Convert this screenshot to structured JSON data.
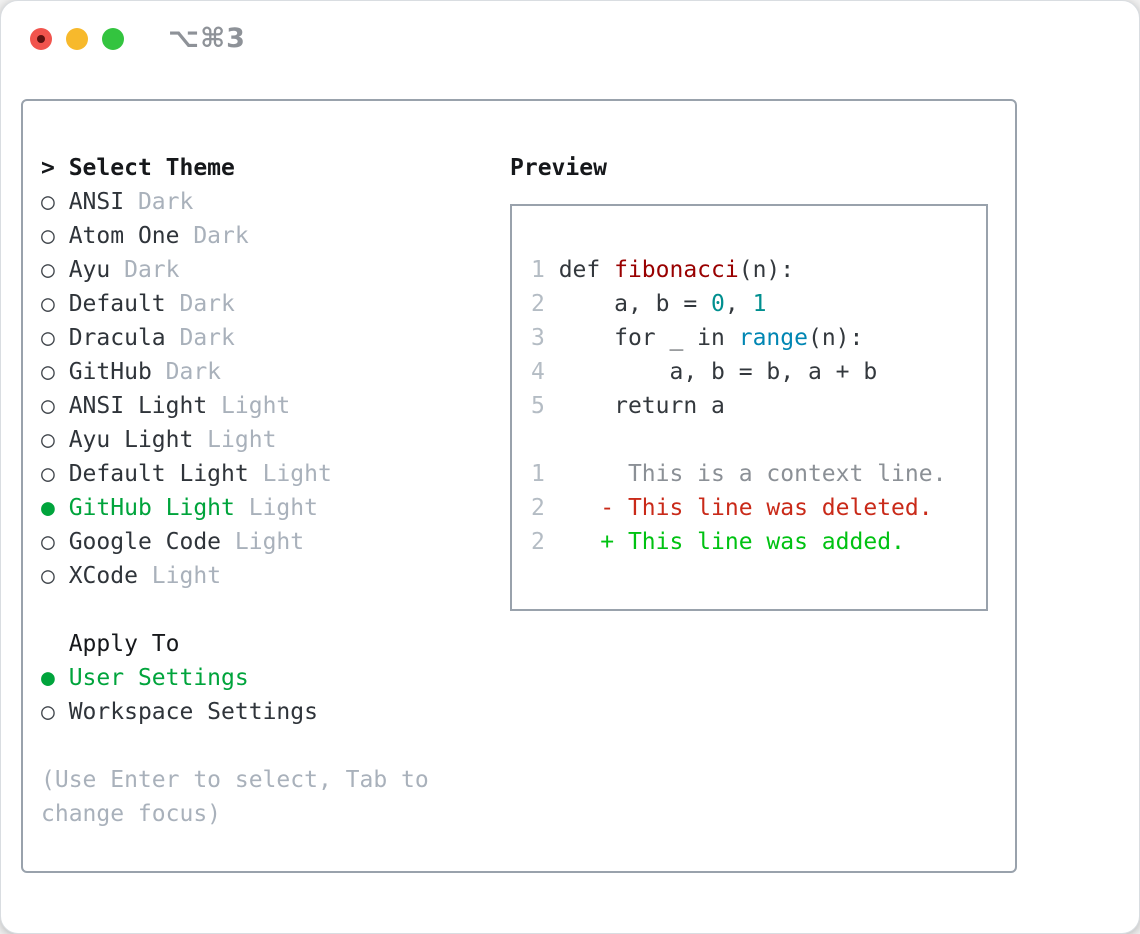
{
  "window": {
    "title": "⌥⌘3",
    "traffic_lights": [
      "close",
      "minimize",
      "zoom"
    ]
  },
  "symbols": {
    "header_marker": ">",
    "selected_marker": "●",
    "unselected_marker": "○"
  },
  "theme_picker": {
    "header_label": "Select Theme",
    "items": [
      {
        "name": "ANSI",
        "variant": "Dark",
        "selected": false
      },
      {
        "name": "Atom One",
        "variant": "Dark",
        "selected": false
      },
      {
        "name": "Ayu",
        "variant": "Dark",
        "selected": false
      },
      {
        "name": "Default",
        "variant": "Dark",
        "selected": false
      },
      {
        "name": "Dracula",
        "variant": "Dark",
        "selected": false
      },
      {
        "name": "GitHub",
        "variant": "Dark",
        "selected": false
      },
      {
        "name": "ANSI Light",
        "variant": "Light",
        "selected": false
      },
      {
        "name": "Ayu Light",
        "variant": "Light",
        "selected": false
      },
      {
        "name": "Default Light",
        "variant": "Light",
        "selected": false
      },
      {
        "name": "GitHub Light",
        "variant": "Light",
        "selected": true
      },
      {
        "name": "Google Code",
        "variant": "Light",
        "selected": false
      },
      {
        "name": "XCode",
        "variant": "Light",
        "selected": false
      }
    ],
    "apply_to": {
      "label": "Apply To",
      "options": [
        {
          "label": "User Settings",
          "selected": true
        },
        {
          "label": "Workspace Settings",
          "selected": false
        }
      ]
    },
    "hint_lines": [
      "(Use Enter to select, Tab to",
      "change focus)"
    ]
  },
  "preview": {
    "label": "Preview",
    "lines": [
      {
        "num": "1",
        "tokens": [
          [
            "t",
            "def "
          ],
          [
            "fn",
            "fibonacci"
          ],
          [
            "t",
            "(n):"
          ]
        ]
      },
      {
        "num": "2",
        "tokens": [
          [
            "t",
            "    a, b = "
          ],
          [
            "num",
            "0"
          ],
          [
            "t",
            ", "
          ],
          [
            "num",
            "1"
          ]
        ]
      },
      {
        "num": "3",
        "tokens": [
          [
            "t",
            "    for _ in "
          ],
          [
            "bi",
            "range"
          ],
          [
            "t",
            "(n):"
          ]
        ]
      },
      {
        "num": "4",
        "tokens": [
          [
            "t",
            "        a, b = b, a + b"
          ]
        ]
      },
      {
        "num": "5",
        "tokens": [
          [
            "t",
            "    return a"
          ]
        ]
      },
      {
        "blank": true
      },
      {
        "num": "1",
        "tokens": [
          [
            "ctx",
            "     This is a context line."
          ]
        ]
      },
      {
        "num": "2",
        "tokens": [
          [
            "del",
            "   - This line was deleted."
          ]
        ]
      },
      {
        "num": "2",
        "tokens": [
          [
            "add",
            "   + This line was added."
          ]
        ]
      }
    ]
  },
  "colors": {
    "accent_green": "#00a43c",
    "added_green": "#00c212",
    "deleted_red": "#c92a19",
    "function_red": "#990000",
    "builtin_blue": "#0086b3",
    "number_teal": "#008f8f",
    "context_gray": "#8b9096",
    "line_number_gray": "#b4bcc4",
    "muted_gray": "#a9b1bb",
    "text_dark": "#2f343a",
    "code_text": "#33383d",
    "panel_border": "#99a2ac",
    "title_gray": "#8e9298",
    "traffic_red": "#f1544d",
    "traffic_red_dot": "#5c1210",
    "traffic_yellow": "#f7b92c",
    "traffic_green": "#33c43f"
  }
}
